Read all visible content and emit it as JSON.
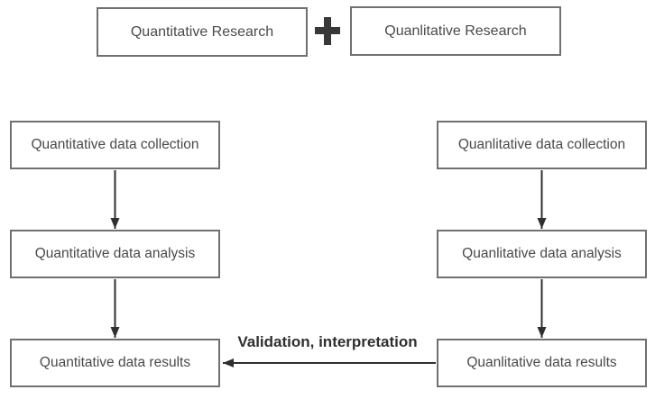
{
  "diagram": {
    "top_row": {
      "left_label": "Quantitative Research",
      "plus_symbol": "+",
      "right_label": "Quanlitative Research"
    },
    "left_flow": {
      "steps": [
        "Quantitative data collection",
        "Quantitative data analysis",
        "Quantitative data results"
      ]
    },
    "right_flow": {
      "steps": [
        "Quanlitative data collection",
        "Quanlitative data analysis",
        "Quanlitative data results"
      ]
    },
    "cross_arrow": {
      "label": "Validation, interpretation",
      "direction": "right-to-left"
    },
    "icons": {
      "plus_icon": "plus"
    },
    "colors": {
      "background": "#ffffff",
      "box_border": "#707070",
      "box_fill": "#ffffff",
      "box_text": "#4a4a4a",
      "arrow": "#2f2f2f",
      "plus": "#383838",
      "cross_label_text": "#2f2f2f"
    }
  }
}
